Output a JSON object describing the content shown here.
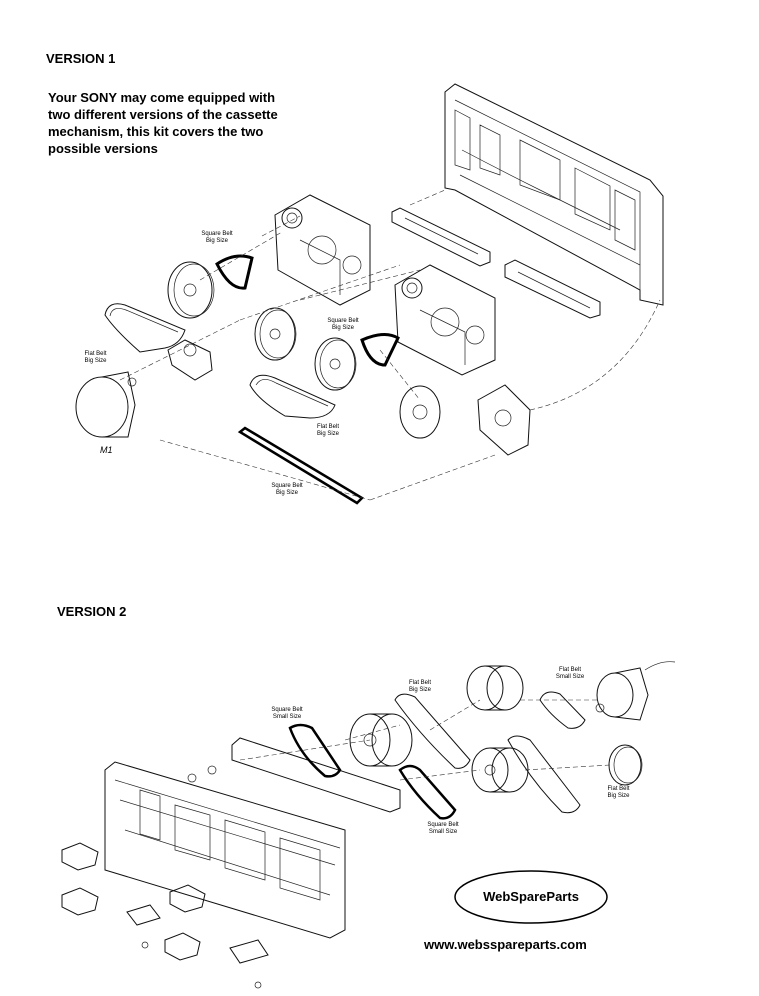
{
  "version1": {
    "heading": "VERSION 1",
    "intro_lines": [
      "Your SONY may come equipped with",
      "two different versions of the cassette",
      "mechanism, this kit covers the two",
      "possible versions"
    ],
    "labels": {
      "square_belt_big_top": "Square Belt\nBig Size",
      "square_belt_big_mid": "Square Belt\nBig Size",
      "flat_belt_big_left": "Flat Belt\nBig Size",
      "flat_belt_big_center": "Flat Belt\nBig Size",
      "square_belt_big_bottom": "Square Belt\nBig Size",
      "motor": "M1"
    }
  },
  "version2": {
    "heading": "VERSION 2",
    "labels": {
      "square_belt_small_left": "Square Belt\nSmall Size",
      "flat_belt_big_top": "Flat Belt\nBig Size",
      "flat_belt_small_right": "Flat Belt\nSmall Size",
      "square_belt_small_bottom": "Square Belt\nSmall Size",
      "flat_belt_big_right": "Flat Belt\nBig Size"
    }
  },
  "branding": {
    "logo_text": "WebSpareParts",
    "url": "www.websspareparts.com"
  }
}
